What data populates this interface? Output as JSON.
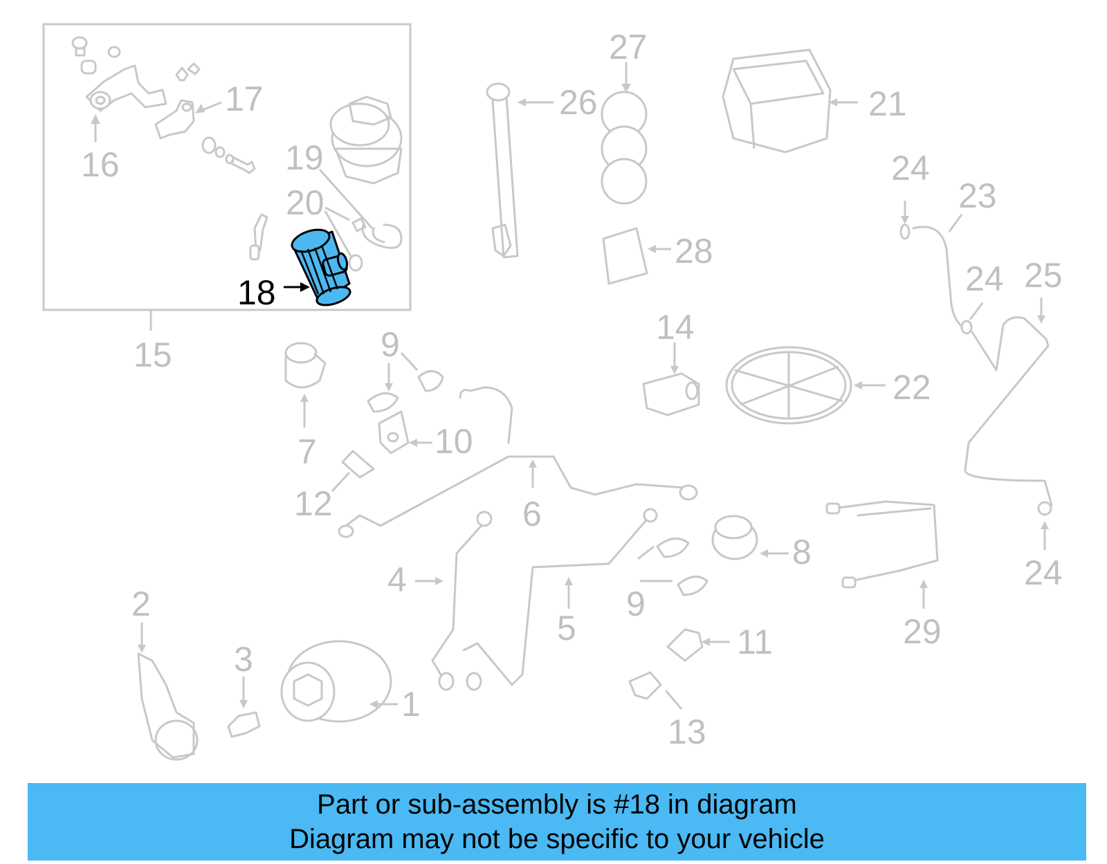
{
  "colors": {
    "highlight_fill": "#4db8f0",
    "banner": "#4bb9f3",
    "part_line": "#c8c8c8",
    "label_grey": "#c0c0c0",
    "highlight_text": "#000000"
  },
  "callouts": {
    "c1": "1",
    "c2": "2",
    "c3": "3",
    "c4": "4",
    "c5": "5",
    "c6": "6",
    "c7": "7",
    "c8": "8",
    "c9a": "9",
    "c9b": "9",
    "c10": "10",
    "c11": "11",
    "c12": "12",
    "c13": "13",
    "c14": "14",
    "c15": "15",
    "c16": "16",
    "c17": "17",
    "c18": "18",
    "c19": "19",
    "c20": "20",
    "c21": "21",
    "c22": "22",
    "c23": "23",
    "c24a": "24",
    "c24b": "24",
    "c24c": "24",
    "c25": "25",
    "c26": "26",
    "c27": "27",
    "c28": "28",
    "c29": "29"
  },
  "highlighted_part": "18",
  "banner": {
    "line1": "Part or sub-assembly is #18 in diagram",
    "line2": "Diagram may not be specific to your vehicle"
  }
}
